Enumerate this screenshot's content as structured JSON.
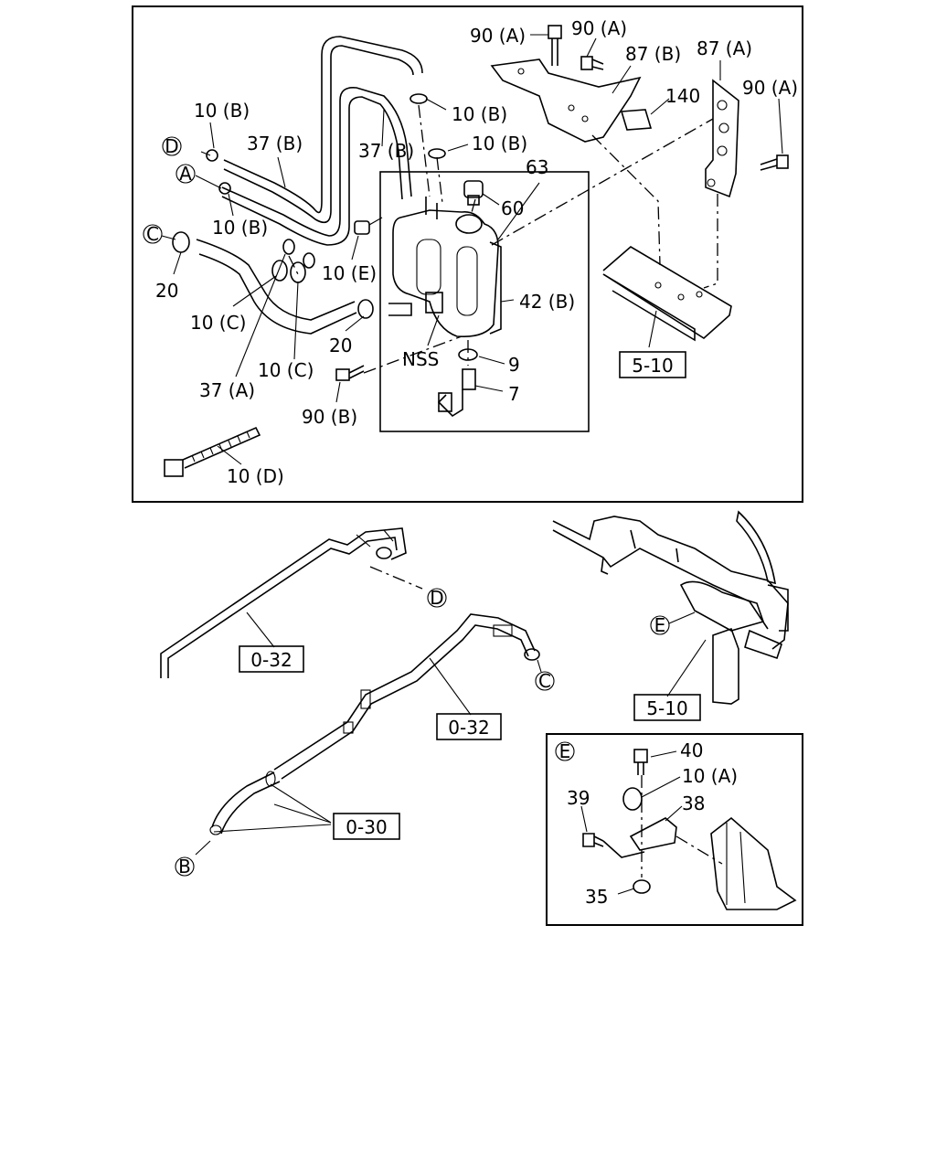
{
  "callouts_main": {
    "l_90a_1": "90 (A)",
    "l_90a_2": "90 (A)",
    "l_87b": "87 (B)",
    "l_87a": "87 (A)",
    "l_140": "140",
    "l_90a_3": "90 (A)",
    "l_10b_1": "10 (B)",
    "l_10b_2": "10 (B)",
    "l_10b_3": "10 (B)",
    "l_10b_4": "10 (B)",
    "l_37b_1": "37 (B)",
    "l_37b_2": "37 (B)",
    "l_63": "63",
    "l_60": "60",
    "l_20_1": "20",
    "l_20_2": "20",
    "l_10e": "10 (E)",
    "l_42b": "42 (B)",
    "l_10c_1": "10 (C)",
    "l_10c_2": "10 (C)",
    "l_37a": "37 (A)",
    "l_nss": "NSS",
    "l_9": "9",
    "l_7": "7",
    "l_90b": "90 (B)",
    "l_10d": "10 (D)",
    "ref_510_top": "5-10"
  },
  "circle_markers": {
    "d": "D",
    "a": "A",
    "c": "C",
    "b": "B",
    "e": "E"
  },
  "lower_refs": {
    "ref_032_a": "0-32",
    "ref_032_b": "0-32",
    "ref_030": "0-30",
    "ref_510_bottom": "5-10"
  },
  "detail_e": {
    "marker": "E",
    "l_40": "40",
    "l_10a": "10 (A)",
    "l_39": "39",
    "l_38": "38",
    "l_35": "35"
  }
}
